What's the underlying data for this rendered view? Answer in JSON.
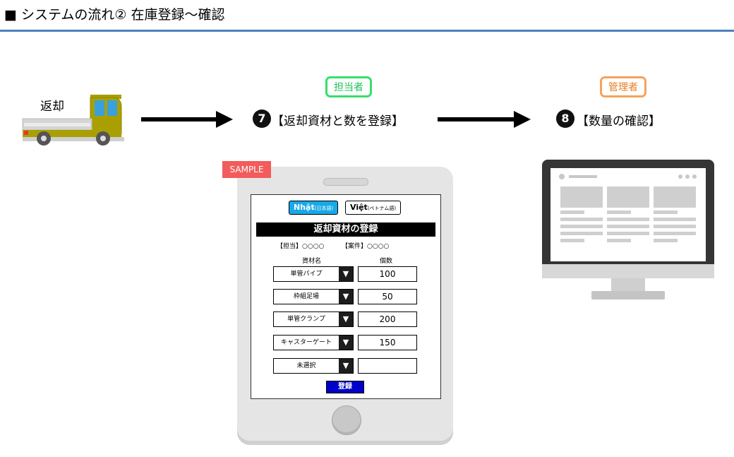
{
  "header": {
    "title": "■ システムの流れ② 在庫登録～確認"
  },
  "truck": {
    "label": "返却"
  },
  "roles": {
    "staff": "担当者",
    "manager": "管理者"
  },
  "steps": [
    {
      "number": "7",
      "text": "【返却資材と数を登録】"
    },
    {
      "number": "8",
      "text": "【数量の確認】"
    }
  ],
  "tablet": {
    "sample_tag": "SAMPLE",
    "lang_buttons": [
      {
        "main": "Nhật",
        "sub": "(日本語)"
      },
      {
        "main": "Việt",
        "sub": "(ベトナム語)"
      }
    ],
    "form_title": "返却資材の登録",
    "assignee": "【担当】○○○○",
    "project": "【案件】○○○○",
    "col_material": "資材名",
    "col_qty": "個数",
    "arrow_glyph": "▼",
    "rows": [
      {
        "material": "単管パイプ",
        "qty": "100"
      },
      {
        "material": "枠組足場",
        "qty": "50"
      },
      {
        "material": "単管クランプ",
        "qty": "200"
      },
      {
        "material": "キャスターゲート",
        "qty": "150"
      },
      {
        "material": "未選択",
        "qty": ""
      }
    ],
    "submit": "登録"
  },
  "colors": {
    "header_rule": "#4f81bd",
    "staff_badge": "#34e06e",
    "manager_badge": "#f4a35c",
    "sample_tag": "#f25c5c",
    "nhat_button": "#17a9e8",
    "submit_button": "#0000c8"
  },
  "icons": [
    "truck-icon",
    "tablet-icon",
    "monitor-icon"
  ]
}
